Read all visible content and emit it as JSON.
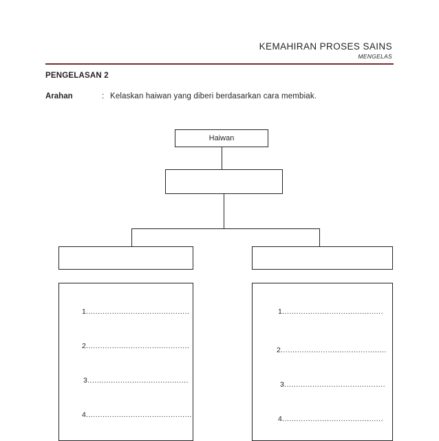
{
  "header": {
    "title": "KEMAHIRAN PROSES SAINS",
    "subtitle": "MENGELAS",
    "rule_color": "#7a2b2b"
  },
  "section": {
    "title": "PENGELASAN 2"
  },
  "instruction": {
    "label": "Arahan",
    "colon": ":",
    "text": "Kelaskan haiwan yang diberi berdasarkan cara membiak."
  },
  "diagram": {
    "top_box": "Haiwan",
    "second_box": "",
    "left_box": "",
    "right_box": "",
    "left_list": [
      {
        "number": "1",
        "dots": "............................................"
      },
      {
        "number": "2",
        "dots": "............................................"
      },
      {
        "number": "3",
        "dots": "..........................................."
      },
      {
        "number": "4",
        "dots": "............................................."
      }
    ],
    "right_list": [
      {
        "number": "1",
        "dots": "..........................................."
      },
      {
        "number": "2",
        "dots": "............................................."
      },
      {
        "number": "3",
        "dots": "..........................................."
      },
      {
        "number": "4",
        "dots": "..........................................."
      }
    ]
  }
}
